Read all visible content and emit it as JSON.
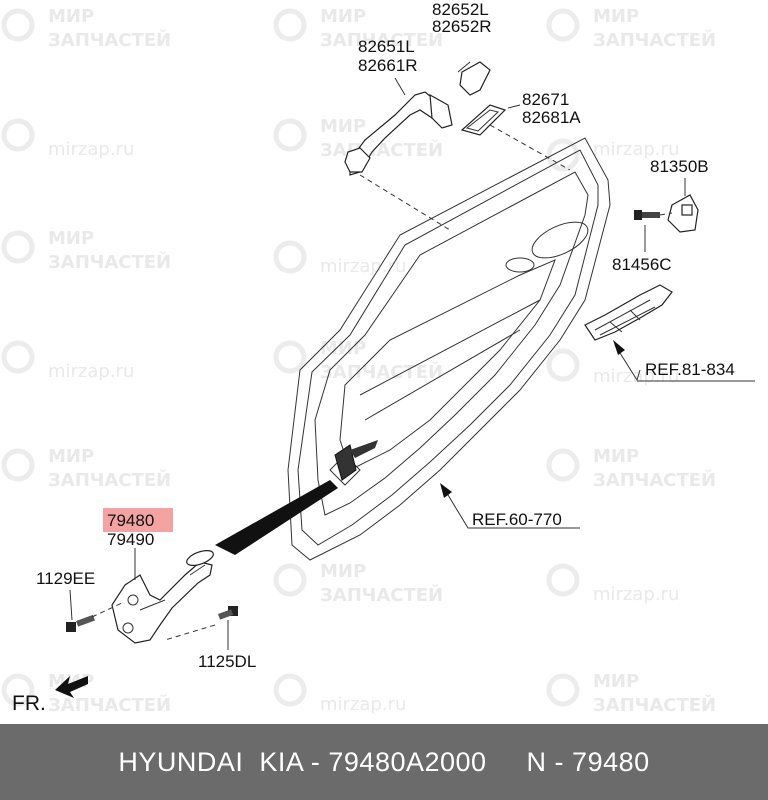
{
  "watermark": {
    "title_line1": "МИР",
    "title_line2": "ЗАПЧАСТЕЙ",
    "domain": "mirzap.ru"
  },
  "labels": {
    "p82652L": "82652L",
    "p82652R": "82652R",
    "p82651L": "82651L",
    "p82661R": "82661R",
    "p82671": "82671",
    "p82681A": "82681A",
    "p81350B": "81350B",
    "p81456C": "81456C",
    "ref81834": "REF.81-834",
    "ref60770": "REF.60-770",
    "p79480": "79480",
    "p79490": "79490",
    "p1129EE": "1129EE",
    "p1125DL": "1125DL",
    "fr": "FR."
  },
  "highlight_color": "#f4a3a3",
  "footer": {
    "text": "HYUNDAI  KIA - 79480A2000     N - 79480"
  }
}
